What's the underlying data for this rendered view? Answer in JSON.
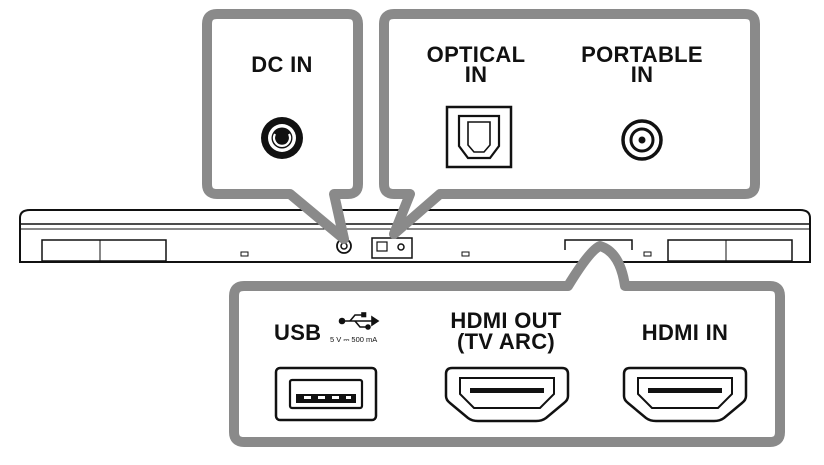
{
  "labels": {
    "dc_in": "DC IN",
    "optical_in_1": "OPTICAL",
    "optical_in_2": "IN",
    "portable_in_1": "PORTABLE",
    "portable_in_2": "IN",
    "usb": "USB",
    "usb_spec": "5 V ⎓ 500 mA",
    "hdmi_out_1": "HDMI OUT",
    "hdmi_out_2": "(TV ARC)",
    "hdmi_in": "HDMI IN"
  },
  "icons": {
    "usb": "usb-trident-icon",
    "dc_jack": "dc-jack-icon",
    "optical_port": "optical-port-icon",
    "portable_jack": "portable-jack-icon",
    "usb_port": "usb-port-icon",
    "hdmi_port": "hdmi-port-icon"
  },
  "colors": {
    "callout_border": "#8a8a8a",
    "outline": "#111111",
    "background": "#ffffff"
  }
}
